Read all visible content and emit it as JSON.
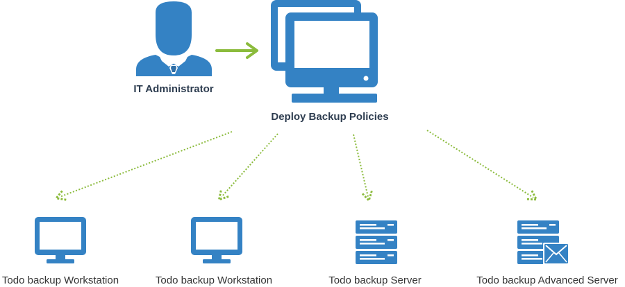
{
  "colors": {
    "icon": "#3482c4",
    "arrow_solid": "#8bbb3c",
    "arrow_dotted": "#8bbb3c",
    "label": "#2e3d50"
  },
  "admin": {
    "label": "IT Administrator",
    "icon": "user-tie-icon"
  },
  "console": {
    "label": "Deploy Backup Policies",
    "icon": "dual-monitor-icon"
  },
  "clients": [
    {
      "label": "Todo backup Workstation",
      "icon": "monitor-icon"
    },
    {
      "label": "Todo backup Workstation",
      "icon": "monitor-icon"
    },
    {
      "label": "Todo backup Server",
      "icon": "server-icon"
    },
    {
      "label": "Todo backup Advanced Server",
      "icon": "server-mail-icon"
    }
  ]
}
